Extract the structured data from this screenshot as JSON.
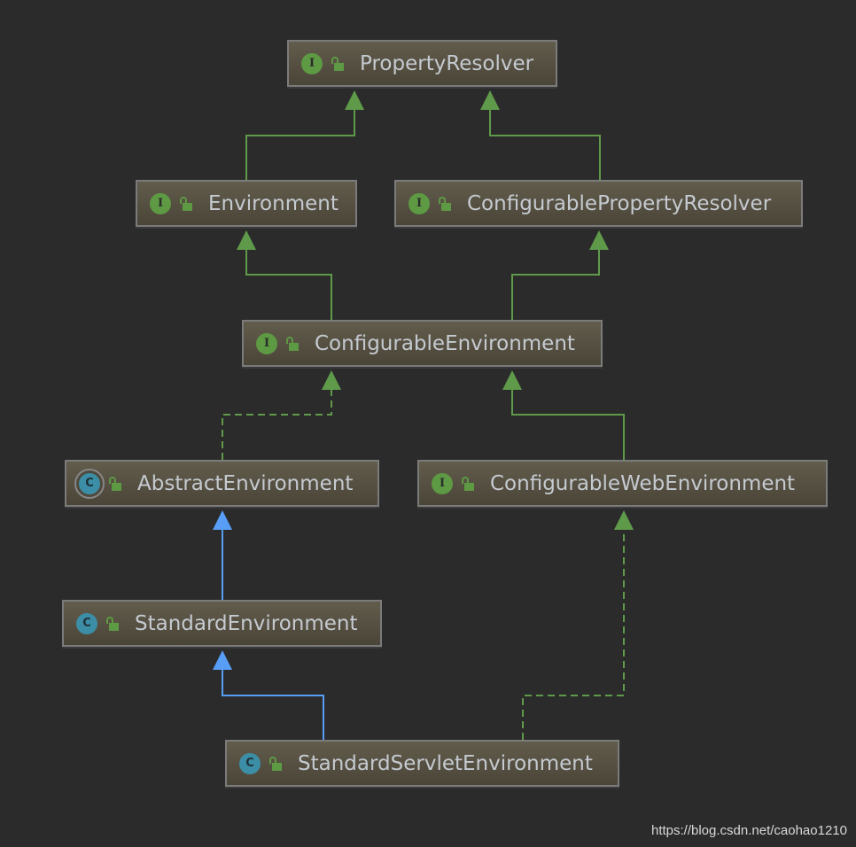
{
  "nodes": {
    "property_resolver": {
      "name": "PropertyResolver",
      "kind": "interface",
      "badge": "I"
    },
    "environment": {
      "name": "Environment",
      "kind": "interface",
      "badge": "I"
    },
    "configurable_property_resolver": {
      "name": "ConfigurablePropertyResolver",
      "kind": "interface",
      "badge": "I"
    },
    "configurable_environment": {
      "name": "ConfigurableEnvironment",
      "kind": "interface",
      "badge": "I"
    },
    "abstract_environment": {
      "name": "AbstractEnvironment",
      "kind": "abstract-class",
      "badge": "C"
    },
    "configurable_web_environment": {
      "name": "ConfigurableWebEnvironment",
      "kind": "interface",
      "badge": "I"
    },
    "standard_environment": {
      "name": "StandardEnvironment",
      "kind": "class",
      "badge": "C"
    },
    "standard_servlet_environment": {
      "name": "StandardServletEnvironment",
      "kind": "class",
      "badge": "C"
    }
  },
  "colors": {
    "extends_interface": "#5f9a4a",
    "extends_class": "#589df6",
    "background": "#2b2b2b"
  },
  "watermark": "https://blog.csdn.net/caohao1210"
}
